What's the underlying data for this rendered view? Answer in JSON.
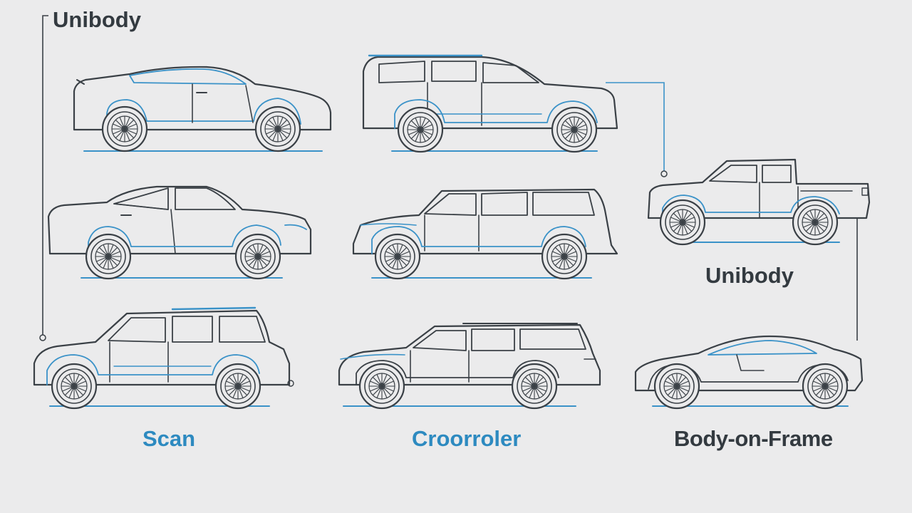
{
  "labels": {
    "top_left": "Unibody",
    "middle_right": "Unibody",
    "bottom_left": "Scan",
    "bottom_center": "Croorroler",
    "bottom_right": "Body-on-Frame"
  },
  "colors": {
    "background": "#ebebec",
    "outline": "#3a4046",
    "accent": "#3a92c8",
    "label_dark": "#333a40",
    "label_blue": "#2d8ac0"
  },
  "vehicles": [
    {
      "id": "sedan-top-left",
      "shape": "sedan",
      "icon": "car-sedan-icon"
    },
    {
      "id": "suv-top-center",
      "shape": "suv",
      "icon": "suv-icon"
    },
    {
      "id": "sedan-mid-left",
      "shape": "sedan",
      "icon": "car-sedan-icon"
    },
    {
      "id": "suv-mid-center",
      "shape": "suv",
      "icon": "suv-icon"
    },
    {
      "id": "pickup-right",
      "shape": "pickup",
      "icon": "pickup-truck-icon"
    },
    {
      "id": "wagon-bottom-left",
      "shape": "wagon",
      "icon": "station-wagon-icon"
    },
    {
      "id": "crossover-bottom-center",
      "shape": "wagon",
      "icon": "crossover-icon"
    },
    {
      "id": "sportscar-bottom-right",
      "shape": "sports",
      "icon": "sports-car-icon"
    }
  ]
}
